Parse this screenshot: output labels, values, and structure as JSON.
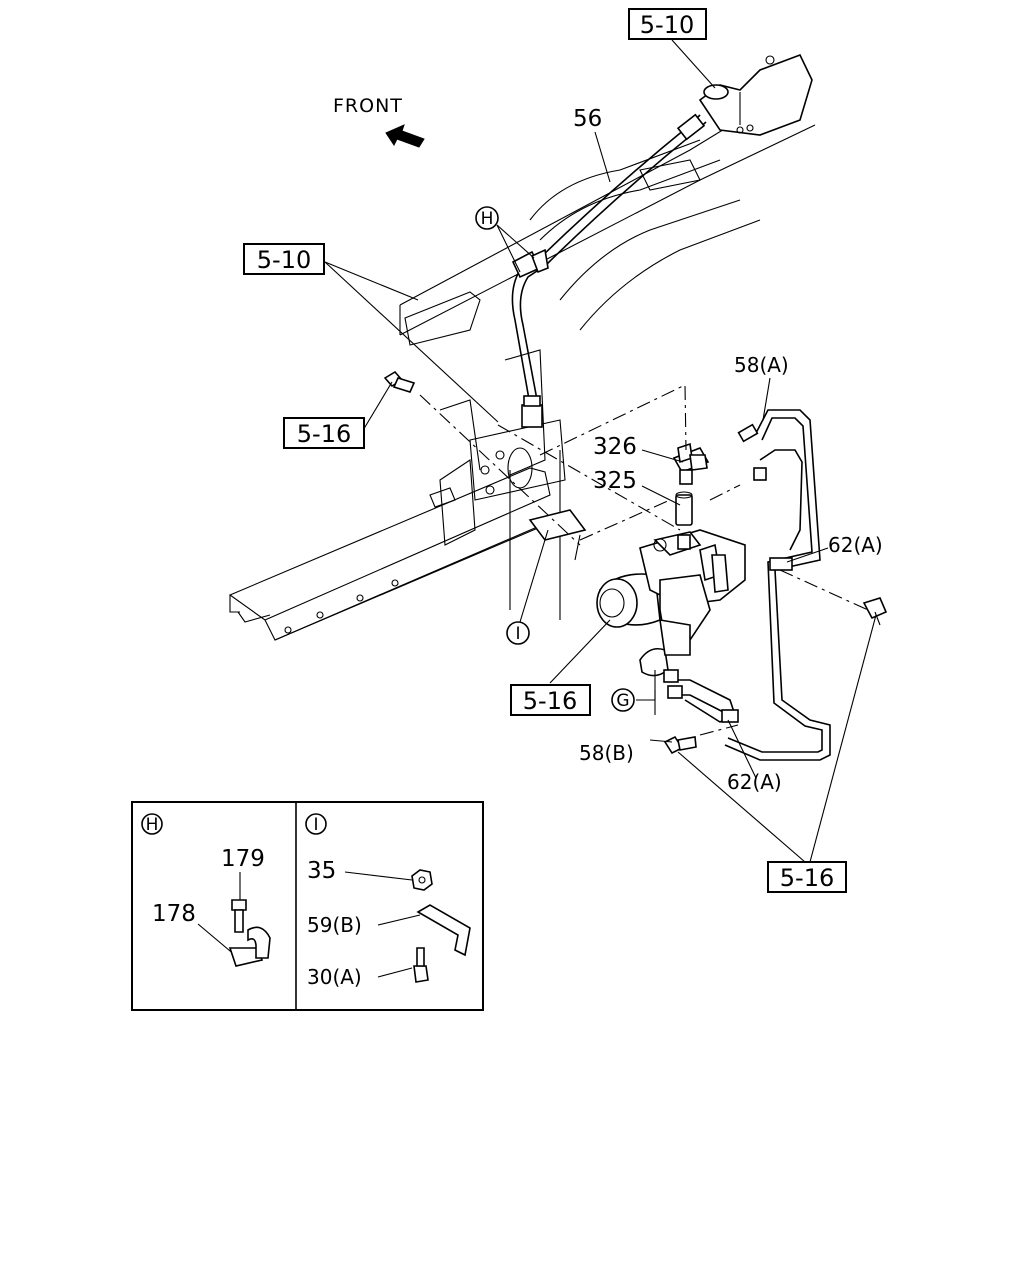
{
  "front_label": "FRONT",
  "refs": {
    "top": "5-10",
    "left": "5-10",
    "bolt_left": "5-16",
    "pump": "5-16",
    "bottom_right": "5-16"
  },
  "parts": {
    "p56": "56",
    "p58a": "58(A)",
    "p326": "326",
    "p325": "325",
    "p62a_top": "62(A)",
    "p58b": "58(B)",
    "p62a_bottom": "62(A)"
  },
  "callouts": {
    "h": "H",
    "i": "I",
    "g": "G"
  },
  "detail_h": {
    "marker": "H",
    "p179": "179",
    "p178": "178"
  },
  "detail_i": {
    "marker": "I",
    "p35": "35",
    "p59b": "59(B)",
    "p30a": "30(A)"
  }
}
